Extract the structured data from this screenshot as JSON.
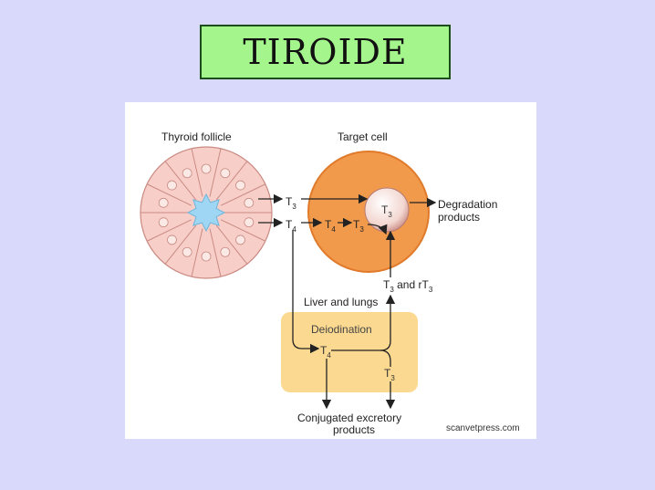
{
  "slide": {
    "title": "TIROIDE"
  },
  "diagram": {
    "labels": {
      "thyroid_follicle": "Thyroid follicle",
      "target_cell": "Target cell",
      "t3": "T",
      "t4": "T",
      "t4_to_t3": "T",
      "t3_nucleus": "T",
      "degradation_line1": "Degradation",
      "degradation_line2": "products",
      "t3_and_rt3": "T",
      "liver_and_lungs": "Liver and lungs",
      "deiodination": "Deiodination",
      "t4_liver": "T",
      "t3_liver": "T",
      "conjugated_line1": "Conjugated excretory",
      "conjugated_line2": "products",
      "credit": "scanvetpress.com"
    },
    "subscripts": {
      "three": "3",
      "four": "4",
      "and_rt": " and rT"
    },
    "colors": {
      "cell_body": "#f19a4c",
      "cell_border": "#e07a2a",
      "follicle_cell": "#f7cfc8",
      "follicle_border": "#c98a82",
      "lumen": "#9ed6f3",
      "liver_box": "#fbd990",
      "arrow": "#222222"
    }
  }
}
